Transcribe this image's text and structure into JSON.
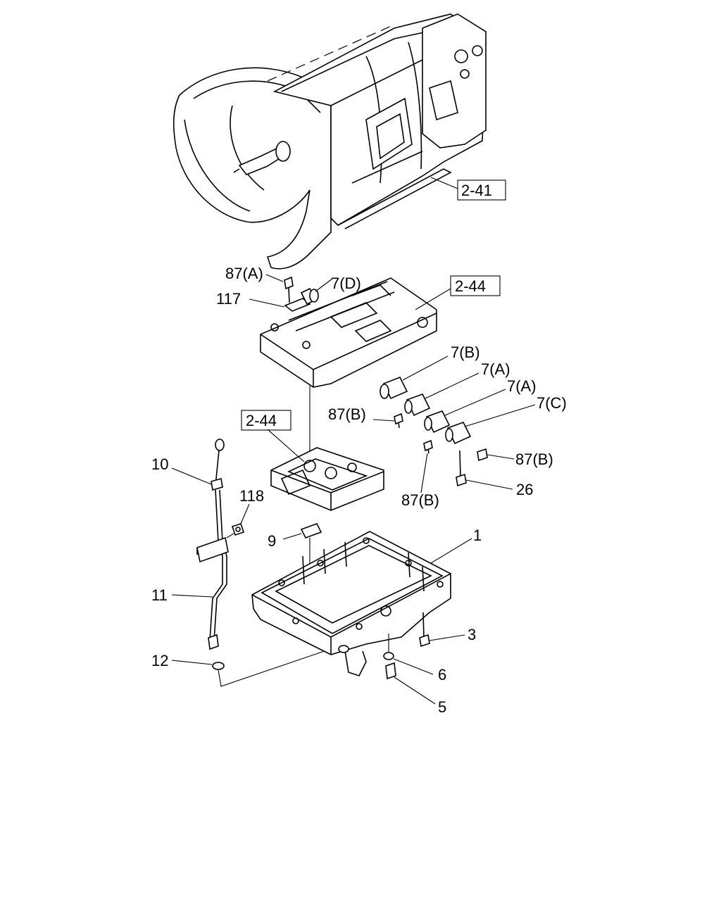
{
  "references": {
    "ref_2_41": "2-41",
    "ref_2_44_top": "2-44",
    "ref_2_44_left": "2-44"
  },
  "callouts": {
    "c_87A": "87(A)",
    "c_7D": "7(D)",
    "c_117": "117",
    "c_7B": "7(B)",
    "c_7A_1": "7(A)",
    "c_7A_2": "7(A)",
    "c_7C": "7(C)",
    "c_87B_1": "87(B)",
    "c_87B_2": "87(B)",
    "c_87B_3": "87(B)",
    "c_26": "26",
    "c_10": "10",
    "c_118": "118",
    "c_9": "9",
    "c_1": "1",
    "c_11": "11",
    "c_3": "3",
    "c_12": "12",
    "c_6": "6",
    "c_5": "5"
  }
}
